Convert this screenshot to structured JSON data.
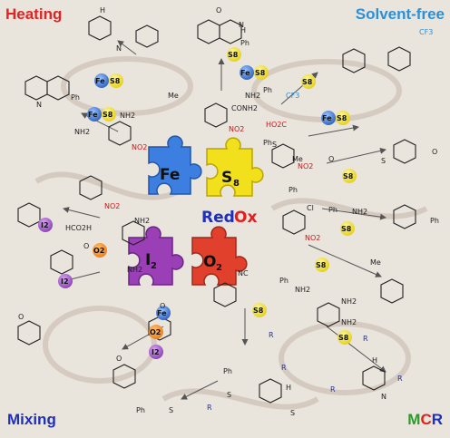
{
  "corners": {
    "heating": "Heating",
    "solvent_free": "Solvent-free",
    "mixing": "Mixing",
    "mcr_m": "M",
    "mcr_c": "C",
    "mcr_r": "R"
  },
  "center": {
    "redox_red": "Red",
    "redox_ox": "Ox",
    "puzzle_fe": "Fe",
    "puzzle_s": "S",
    "puzzle_s_sub": "8",
    "puzzle_i": "I",
    "puzzle_i_sub": "2",
    "puzzle_o": "O",
    "puzzle_o_sub": "2"
  },
  "reagent_badges": {
    "fe": "Fe",
    "s8": "S8",
    "o2": "O2",
    "i2": "I2"
  },
  "molecule_labels": {
    "nh2": "NH2",
    "no2": "NO2",
    "conh2": "CONH2",
    "ph": "Ph",
    "me": "Me",
    "cf3": "CF3",
    "ho2c": "HO2C",
    "hco2h": "HCO2H",
    "cl": "Cl",
    "nc": "NC",
    "n": "N",
    "h": "H",
    "o": "O",
    "s": "S",
    "r": "R"
  },
  "colors": {
    "heating": "#e32222",
    "solvent_free": "#2e8fd6",
    "mixing": "#1f2fb7",
    "mcr_m": "#2a9a2a",
    "mcr_c": "#e02020",
    "mcr_r": "#1f2fb7",
    "fe_puzzle": "#3d7fe0",
    "s_puzzle": "#f2e01c",
    "i_puzzle": "#9b3fb6",
    "o_puzzle": "#e0402c"
  }
}
